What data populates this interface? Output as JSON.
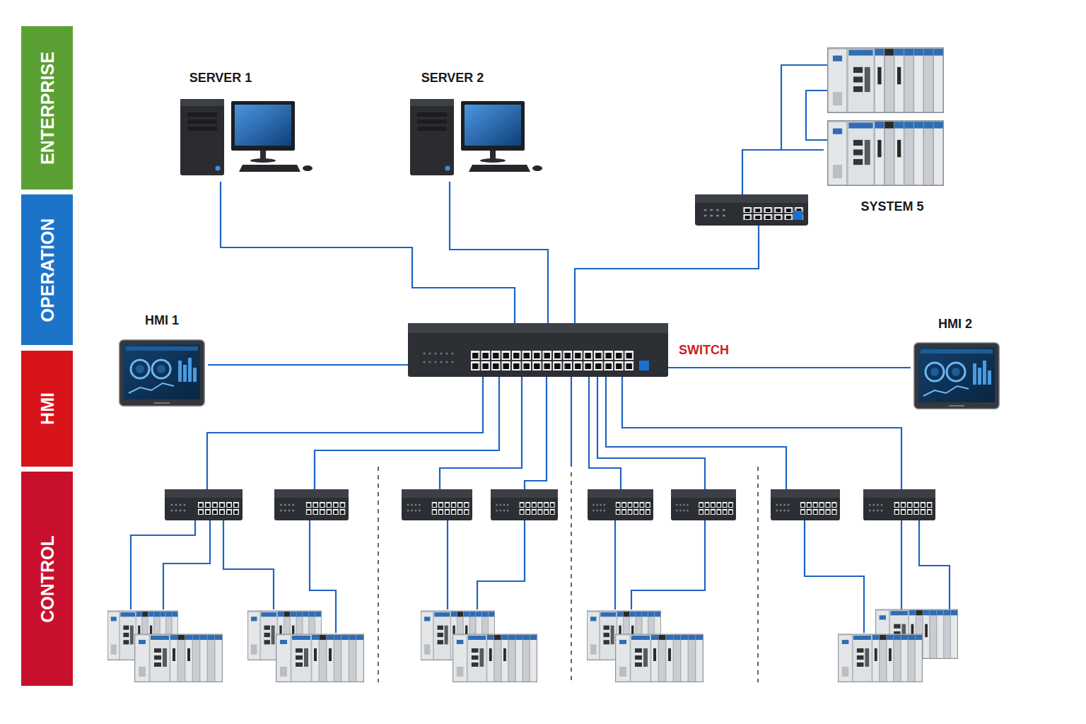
{
  "diagram": {
    "nodes": [
      {
        "text": [
          "ENTERPRISE"
        ]
      },
      {
        "text": [
          "OPERATION"
        ]
      },
      {
        "text": [
          "HMI"
        ]
      },
      {
        "text": [
          "CONTROL"
        ]
      },
      {
        "text": [
          "SERVER 1"
        ]
      },
      {
        "text": [
          "SERVER 2"
        ]
      },
      {
        "text": [
          "SYSTEM 5"
        ]
      },
      {
        "text": [
          "HMI 1"
        ]
      },
      {
        "text": [
          "SWITCH"
        ]
      },
      {
        "text": [
          "HMI 2"
        ]
      }
    ],
    "edges": [
      {
        "from": 4,
        "to": 8,
        "arrow": "none"
      },
      {
        "from": 5,
        "to": 8,
        "arrow": "none"
      },
      {
        "from": 6,
        "to": 8,
        "arrow": "none"
      },
      {
        "from": 7,
        "to": 8,
        "arrow": "none"
      },
      {
        "from": 9,
        "to": 8,
        "arrow": "none"
      }
    ]
  }
}
